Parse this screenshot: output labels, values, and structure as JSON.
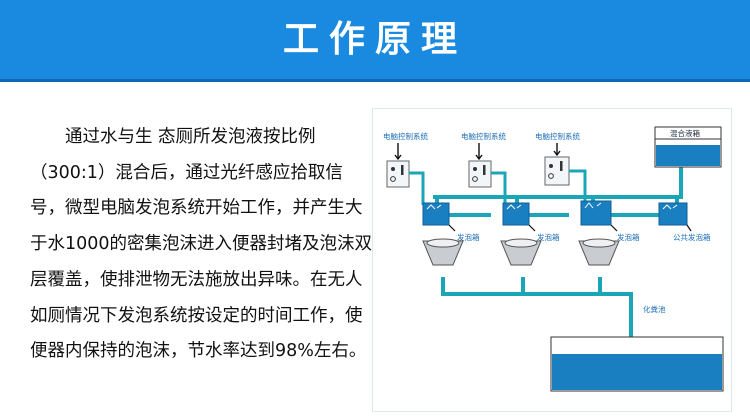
{
  "banner": {
    "title": "工作原理"
  },
  "description": {
    "text": "通过水与生 态厕所发泡液按比例（300:1）混合后，通过光纤感应拾取信号，微型电脑发泡系统开始工作，并产生大于水1000的密集泡沫进入便器封堵及泡沫双层覆盖，使排泄物无法施放出异味。在无人如厕情况下发泡系统按设定的时间工作，使便器内保持的泡沫，节水率达到98%左右。"
  },
  "diagram": {
    "control_labels": [
      "电脑控制系统",
      "电脑控制系统",
      "电脑控制系统"
    ],
    "mix_tank_label": "混合液箱",
    "foam_box_labels": [
      "发泡箱",
      "发泡箱",
      "发泡箱"
    ],
    "public_foam_label": "公共发泡箱",
    "septic_label": "化粪池",
    "colors": {
      "pipe": "#1ba6b8",
      "tank_fill": "#1a7fc0",
      "label": "#1a6cb5",
      "banner": "#1a8ae0"
    }
  }
}
